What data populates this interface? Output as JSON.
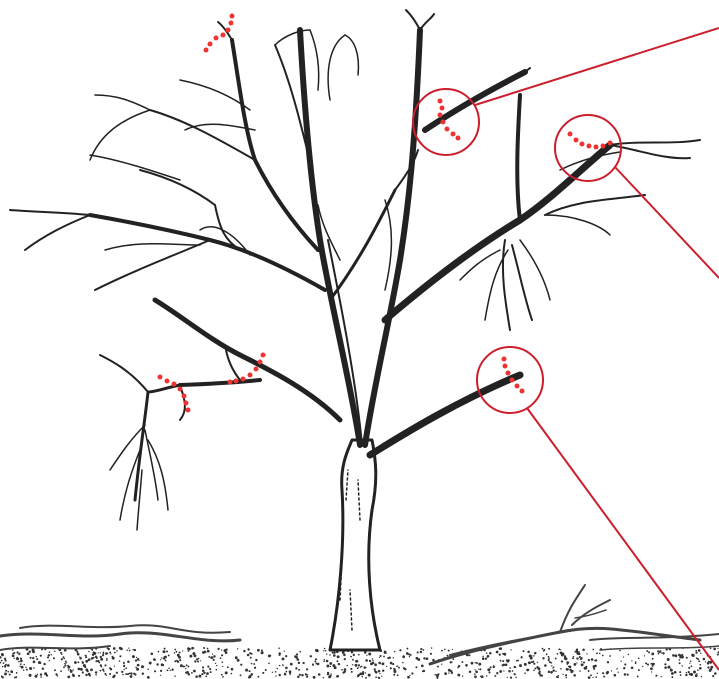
{
  "figure": {
    "subject": "tree-pruning-illustration",
    "colors": {
      "ink": "#222222",
      "cut_marker": "#ee3333",
      "callout": "#cc1f2d",
      "ground": "#555555",
      "background": "#ffffff"
    },
    "callouts": [
      {
        "name": "callout-upper-left-branch",
        "leader": "to-top-right"
      },
      {
        "name": "callout-right-branch",
        "leader": "to-right"
      },
      {
        "name": "callout-lower-branch",
        "leader": "to-bottom-right"
      }
    ],
    "cut_markers": [
      {
        "name": "cut-marks-top-left"
      },
      {
        "name": "cut-marks-upper-center"
      },
      {
        "name": "cut-marks-right"
      },
      {
        "name": "cut-marks-lower-center"
      },
      {
        "name": "cut-marks-left-branch"
      },
      {
        "name": "cut-marks-left-branch-inner"
      }
    ]
  }
}
